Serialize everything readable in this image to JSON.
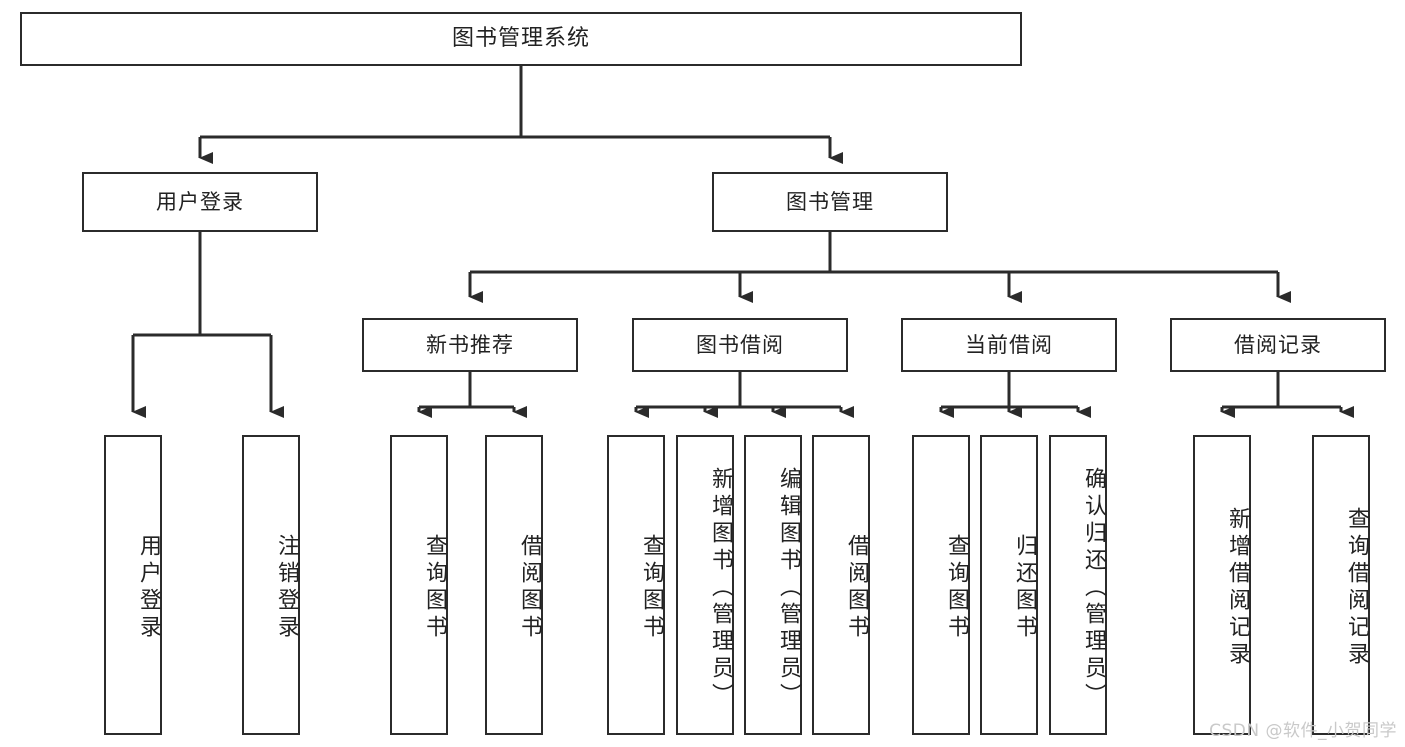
{
  "diagram": {
    "type": "tree",
    "title": "图书管理系统",
    "colors": {
      "background": "#ffffff",
      "box_stroke": "#2b2b2b",
      "box_fill": "#ffffff",
      "text": "#222222",
      "connector": "#2b2b2b",
      "watermark": "#c9c9c9"
    },
    "root": {
      "label": "图书管理系统"
    },
    "level2": [
      {
        "id": "user-login",
        "label": "用户登录"
      },
      {
        "id": "book-manage",
        "label": "图书管理"
      }
    ],
    "level3": [
      {
        "id": "new-book-recommend",
        "label": "新书推荐"
      },
      {
        "id": "book-borrow",
        "label": "图书借阅"
      },
      {
        "id": "current-borrow",
        "label": "当前借阅"
      },
      {
        "id": "borrow-record",
        "label": "借阅记录"
      }
    ],
    "leaves": [
      {
        "id": "leaf-user-login",
        "label": "用户登录",
        "parent": "user-login"
      },
      {
        "id": "leaf-user-logout",
        "label": "注销登录",
        "parent": "user-login"
      },
      {
        "id": "leaf-query-book-1",
        "label": "查询图书",
        "parent": "new-book-recommend"
      },
      {
        "id": "leaf-borrow-book-1",
        "label": "借阅图书",
        "parent": "new-book-recommend"
      },
      {
        "id": "leaf-query-book-2",
        "label": "查询图书",
        "parent": "book-borrow"
      },
      {
        "id": "leaf-add-book",
        "label": "新增图书（管理员）",
        "parent": "book-borrow"
      },
      {
        "id": "leaf-edit-book",
        "label": "编辑图书（管理员）",
        "parent": "book-borrow"
      },
      {
        "id": "leaf-borrow-book-2",
        "label": "借阅图书",
        "parent": "book-borrow"
      },
      {
        "id": "leaf-query-book-3",
        "label": "查询图书",
        "parent": "current-borrow"
      },
      {
        "id": "leaf-return-book",
        "label": "归还图书",
        "parent": "current-borrow"
      },
      {
        "id": "leaf-confirm-return",
        "label": "确认归还（管理员）",
        "parent": "current-borrow"
      },
      {
        "id": "leaf-add-record",
        "label": "新增借阅记录",
        "parent": "borrow-record"
      },
      {
        "id": "leaf-query-record",
        "label": "查询借阅记录",
        "parent": "borrow-record"
      }
    ]
  },
  "watermark": {
    "text": "CSDN @软件_小贺同学"
  }
}
